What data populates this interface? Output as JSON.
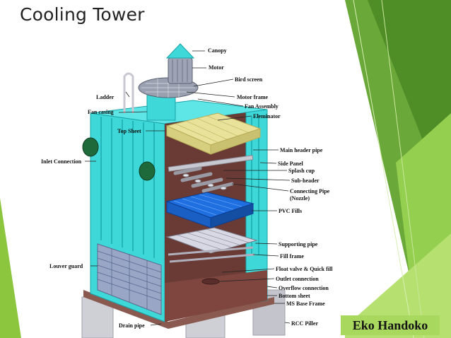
{
  "slide": {
    "title": "Cooling Tower",
    "author": "Eko Handoko"
  },
  "colors": {
    "accent_green": "#8cc63f",
    "dark_green": "#5f9e2e",
    "tower_cyan": "#3ed8d8",
    "fill_blue": "#1f6fe0",
    "eliminator_yellow": "#e8e29a",
    "base_gray": "#cfcfd6"
  },
  "diagram": {
    "labels": {
      "canopy": "Canopy",
      "motor": "Motor",
      "bird_screen": "Bird screen",
      "ladder": "Ladder",
      "motor_frame": "Motor frame",
      "fan_casing": "Fan casing",
      "fan_assembly": "Fan Assembly",
      "eleminator": "Eleminator",
      "top_sheet": "Top Sheet",
      "main_header_pipe": "Main header pipe",
      "inlet_connection": "Inlet Connection",
      "side_panel": "Side Panel",
      "splash_cup": "Splash cup",
      "sub_header": "Sub-header",
      "connecting_pipe_1": "Connecting Pipe",
      "connecting_pipe_2": "(Nozzle)",
      "pvc_fills": "PVC Fills",
      "supporting_pipe": "Supporting pipe",
      "fill_frame": "Fill frame",
      "louver_guard": "Louver guard",
      "float_valve": "Float valve & Quick fill",
      "outlet_connection": "Outlet connection",
      "overflow_connection": "Overflow connection",
      "bottom_sheet": "Bottom sheet",
      "ms_base_frame": "MS Base Frame",
      "drain_pipe": "Drain pipe",
      "rcc_piller": "RCC Piller"
    }
  }
}
